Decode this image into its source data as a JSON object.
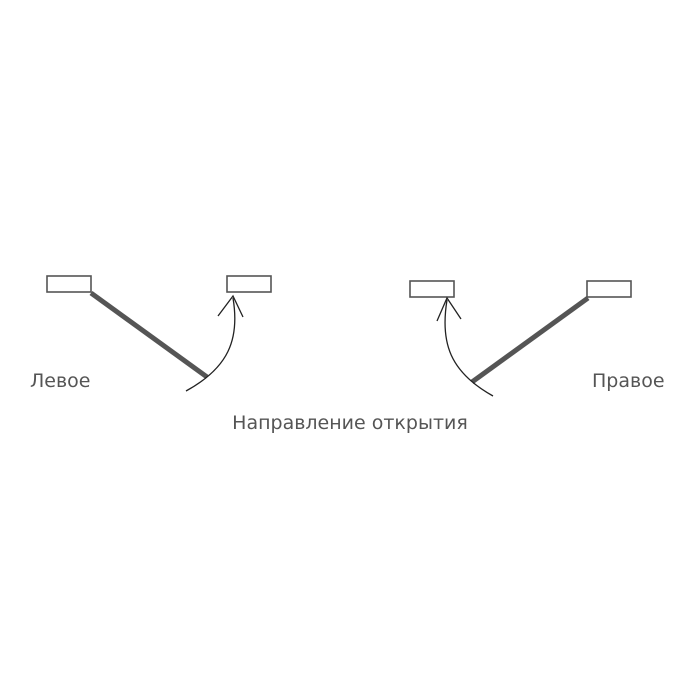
{
  "diagram": {
    "left_label": "Левое",
    "right_label": "Правое",
    "caption": "Направление открытия",
    "colors": {
      "leaf": "#555555",
      "frame": "#555555",
      "arc": "#222222",
      "text": "#555555",
      "background": "#ffffff"
    }
  }
}
